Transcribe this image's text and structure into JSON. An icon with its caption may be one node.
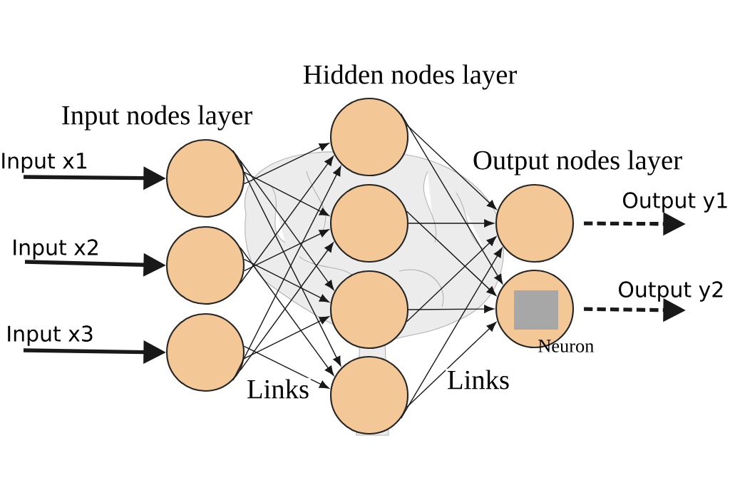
{
  "diagram": {
    "nodes": [
      {
        "text": [],
        "shape": "circle"
      },
      {
        "text": [],
        "shape": "circle"
      },
      {
        "text": [],
        "shape": "circle"
      },
      {
        "text": [],
        "shape": "circle"
      },
      {
        "text": [],
        "shape": "circle"
      },
      {
        "text": [],
        "shape": "circle"
      },
      {
        "text": [],
        "shape": "circle"
      },
      {
        "text": [],
        "shape": "circle"
      },
      {
        "text": [],
        "shape": "circle",
        "beside": [
          "Neuron"
        ]
      }
    ],
    "edges": [
      {
        "from": null,
        "to": 0,
        "arrow": "to",
        "label": "Input x1",
        "style": "thick"
      },
      {
        "from": null,
        "to": 1,
        "arrow": "to",
        "label": "Input x2",
        "style": "thick"
      },
      {
        "from": null,
        "to": 2,
        "arrow": "to",
        "label": "Input x3",
        "style": "thick"
      },
      {
        "from": 0,
        "to": 3,
        "arrow": "to"
      },
      {
        "from": 0,
        "to": 4,
        "arrow": "to"
      },
      {
        "from": 0,
        "to": 5,
        "arrow": "to"
      },
      {
        "from": 0,
        "to": 6,
        "arrow": "to"
      },
      {
        "from": 1,
        "to": 3,
        "arrow": "to"
      },
      {
        "from": 1,
        "to": 4,
        "arrow": "to"
      },
      {
        "from": 1,
        "to": 5,
        "arrow": "to"
      },
      {
        "from": 1,
        "to": 6,
        "arrow": "to"
      },
      {
        "from": 2,
        "to": 3,
        "arrow": "to"
      },
      {
        "from": 2,
        "to": 4,
        "arrow": "to"
      },
      {
        "from": 2,
        "to": 5,
        "arrow": "to"
      },
      {
        "from": 2,
        "to": 6,
        "arrow": "to"
      },
      {
        "from": 3,
        "to": 7,
        "arrow": "to"
      },
      {
        "from": 3,
        "to": 8,
        "arrow": "to"
      },
      {
        "from": 4,
        "to": 7,
        "arrow": "to"
      },
      {
        "from": 4,
        "to": 8,
        "arrow": "to"
      },
      {
        "from": 5,
        "to": 7,
        "arrow": "to"
      },
      {
        "from": 5,
        "to": 8,
        "arrow": "to"
      },
      {
        "from": 6,
        "to": 7,
        "arrow": "to"
      },
      {
        "from": 6,
        "to": 8,
        "arrow": "to"
      },
      {
        "from": 7,
        "to": null,
        "arrow": "to",
        "label": "Output y1",
        "style": "dashed"
      },
      {
        "from": 8,
        "to": null,
        "arrow": "to",
        "label": "Output y2",
        "style": "dashed"
      }
    ],
    "labels": [
      "Hidden nodes layer",
      "Input nodes layer",
      "Output nodes layer",
      "Links",
      "Links"
    ]
  }
}
